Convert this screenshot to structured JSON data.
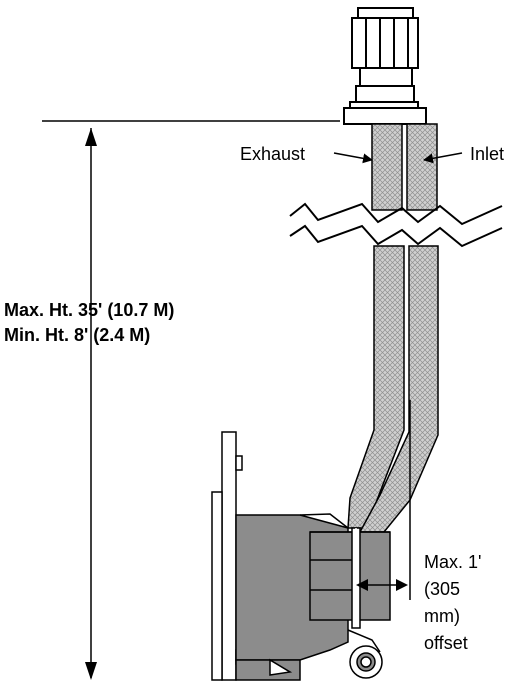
{
  "labels": {
    "exhaust": "Exhaust",
    "inlet": "Inlet",
    "max_height": "Max. Ht. 35' (10.7 M)",
    "min_height": "Min. Ht. 8' (2.4 M)",
    "offset_lines": [
      "Max. 1'",
      "(305",
      "mm)",
      "offset"
    ]
  },
  "colors": {
    "line": "#000000",
    "appliance_gray": "#8c8c8c",
    "pipe_fill": "#c9c9c9",
    "background": "#ffffff"
  }
}
